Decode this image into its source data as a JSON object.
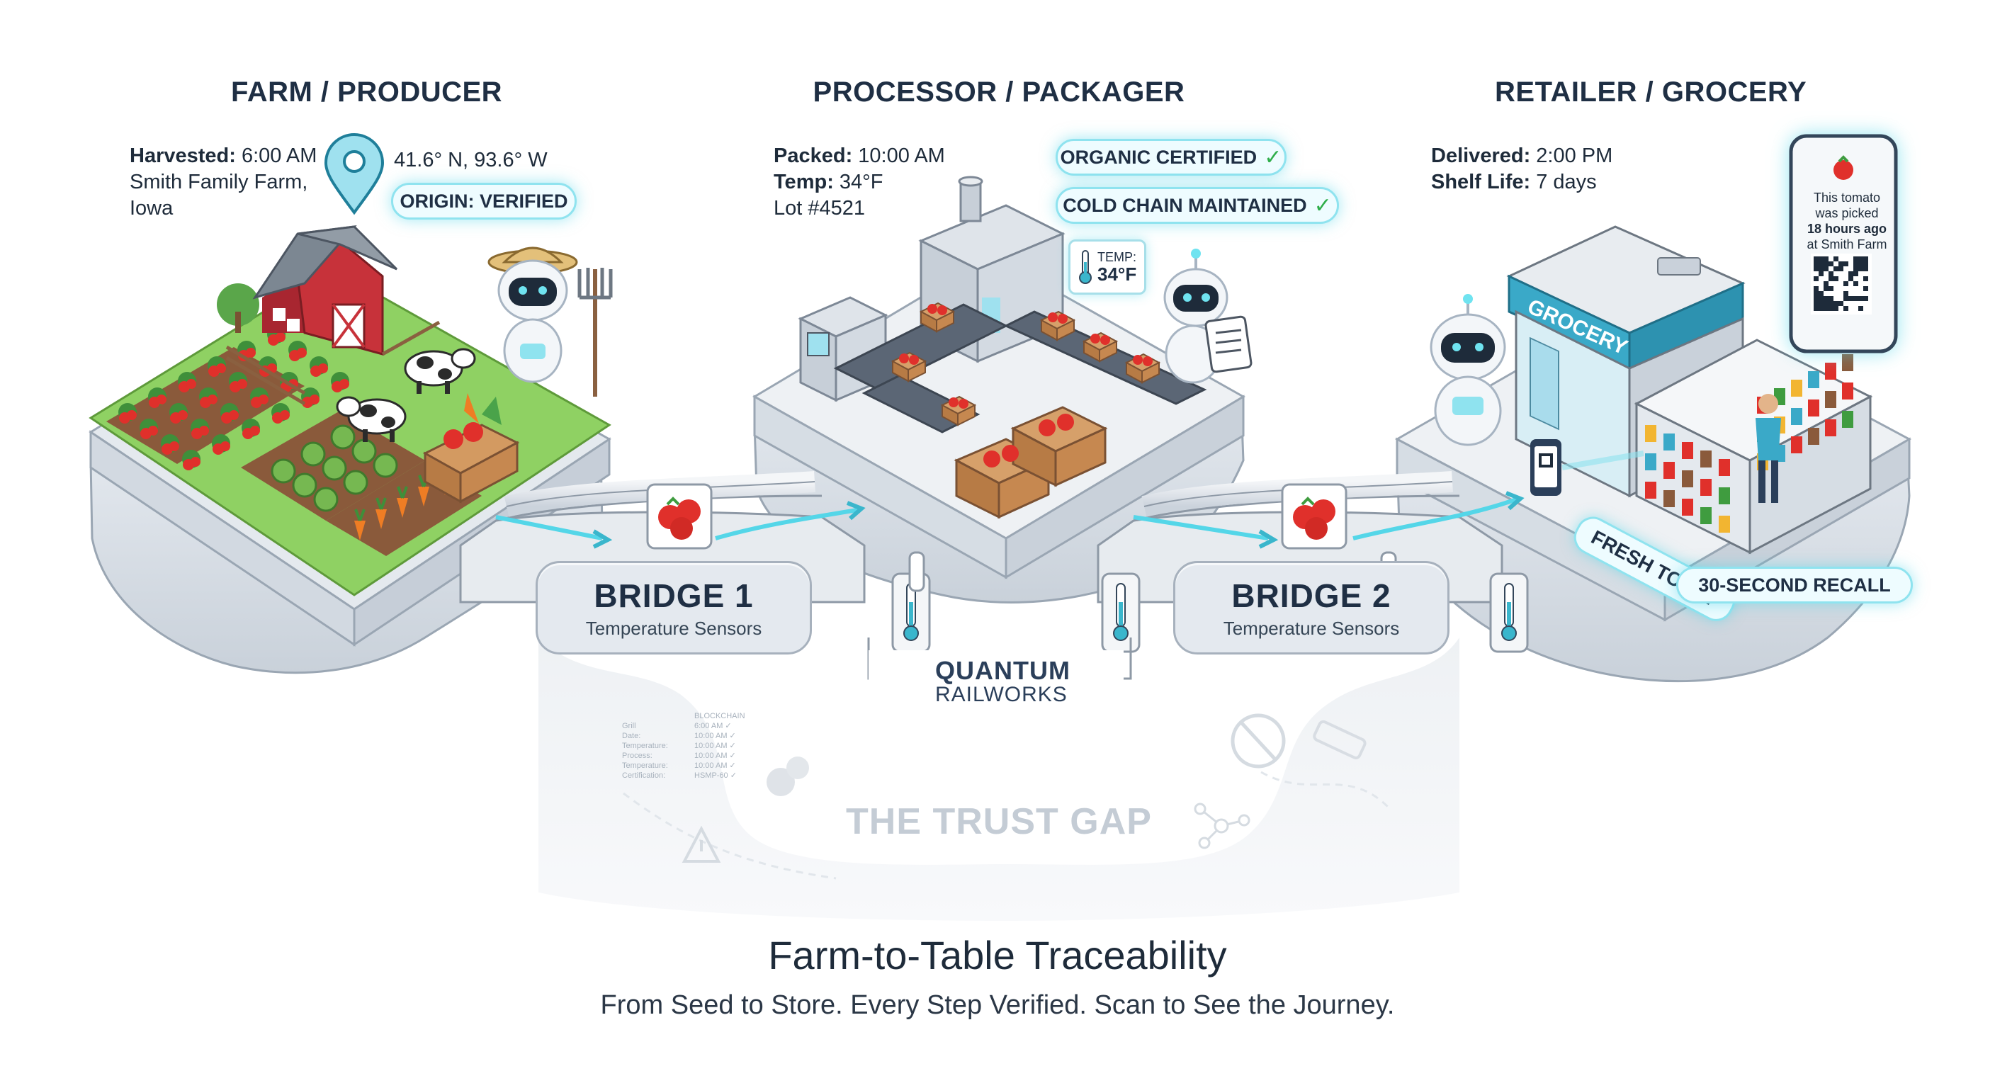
{
  "stages": {
    "farm": {
      "title": "FARM / PRODUCER",
      "harvested_label": "Harvested:",
      "harvested_value": "6:00 AM",
      "farm_name": "Smith Family Farm,",
      "farm_state": "Iowa",
      "coords": "41.6° N, 93.6° W",
      "badge": "ORIGIN: VERIFIED"
    },
    "processor": {
      "title": "PROCESSOR / PACKAGER",
      "packed_label": "Packed:",
      "packed_value": "10:00 AM",
      "temp_label": "Temp:",
      "temp_value": "34°F",
      "lot": "Lot #4521",
      "badge_organic": "ORGANIC CERTIFIED",
      "badge_cold": "COLD CHAIN MAINTAINED",
      "temp_card_label": "TEMP:",
      "temp_card_value": "34°F"
    },
    "retailer": {
      "title": "RETAILER / GROCERY",
      "delivered_label": "Delivered:",
      "delivered_value": "2:00 PM",
      "shelf_label": "Shelf Life:",
      "shelf_value": "7 days",
      "store_sign": "GROCERY",
      "fresh_tag": "FRESH TODAY",
      "recall_badge": "30-SECOND RECALL",
      "phone_line1": "This tomato",
      "phone_line2": "was picked",
      "phone_line3": "18 hours ago",
      "phone_line4": "at Smith Farm"
    }
  },
  "bridges": [
    {
      "title": "BRIDGE 1",
      "subtitle": "Temperature Sensors"
    },
    {
      "title": "BRIDGE 2",
      "subtitle": "Temperature Sensors"
    }
  ],
  "brand": {
    "name": "QUANTUM",
    "sub": "RAILWORKS"
  },
  "trust_gap": {
    "title": "THE TRUST GAP",
    "ledger_header": "BLOCKCHAIN",
    "ledger_rows": [
      {
        "key": "Grill",
        "value": "6:00 AM ✓"
      },
      {
        "key": "Date:",
        "value": "10:00 AM ✓"
      },
      {
        "key": "Temperature:",
        "value": "10:00 AM ✓"
      },
      {
        "key": "Process:",
        "value": "10:00 AM ✓"
      },
      {
        "key": "Temperature:",
        "value": "10:00 AM ✓"
      },
      {
        "key": "Certification:",
        "value": "HSMP-60 ✓"
      }
    ]
  },
  "footer": {
    "title": "Farm-to-Table Traceability",
    "subtitle": "From Seed to Store. Every Step Verified. Scan to See the Journey."
  },
  "check_glyph": "✓",
  "colors": {
    "accent_cyan": "#54d6e8",
    "platform_grey": "#dfe4ea",
    "grass": "#8fd163",
    "barn_red": "#c7323a",
    "tomato": "#e0302b",
    "text_dark": "#1f2f44",
    "check_green": "#2fae4a"
  }
}
